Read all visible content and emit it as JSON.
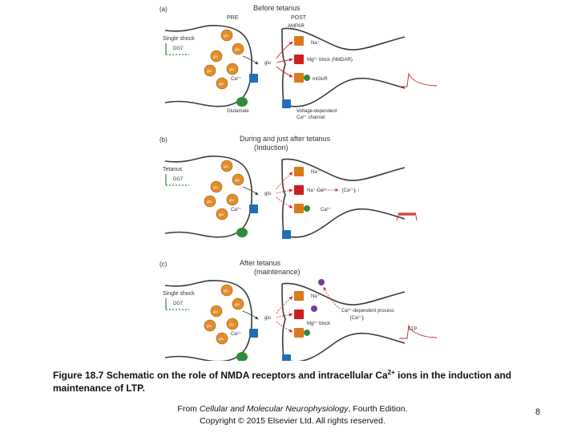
{
  "panels": [
    {
      "letter": "(a)",
      "title": "Before tetanus",
      "subtitle": "",
      "pre_label": "PRE",
      "post_label": "POST",
      "stim_label": "Single shock",
      "stim_sub": "DG7",
      "vesicle_label": "glu",
      "cleft_label": "glu",
      "ca_label": "Ca²⁺",
      "post_labels": [
        "AMPAR",
        "Na⁺",
        "Mg²⁺ block (NMDAR)",
        "mGluR"
      ],
      "bottom_labels": [
        "Glutamate",
        "Voltage-dependent Ca²⁺ channel"
      ]
    },
    {
      "letter": "(b)",
      "title": "During and just after tetanus",
      "subtitle": "(Induction)",
      "stim_label": "Tetanus",
      "stim_sub": "DG7",
      "vesicle_label": "glu",
      "cleft_label": "glu",
      "ca_label": "Ca²⁺",
      "post_labels": [
        "Na⁺",
        "Na⁺ Ca²⁺",
        "[Ca²⁺]ᵢ ↑",
        "Ca²⁺"
      ]
    },
    {
      "letter": "(c)",
      "title": "After tetanus",
      "subtitle": "(maintenance)",
      "stim_label": "Single shock",
      "stim_sub": "DG7",
      "vesicle_label": "glu",
      "cleft_label": "glu",
      "ca_label": "Ca²⁺",
      "post_labels": [
        "Na⁺",
        "Ca²⁺-dependent process",
        "[Ca²⁺]ᵢ",
        "Mg²⁺ block"
      ],
      "trace_label": "LTP"
    }
  ],
  "caption": {
    "prefix": "Figure 18.7 Schematic on the role of NMDA receptors and intracellular Ca",
    "sup": "2+",
    "suffix": " ions in the induction and maintenance of LTP."
  },
  "credit": {
    "from": "From ",
    "book": "Cellular and Molecular Neurophysiology",
    "edition": ", Fourth Edition.",
    "copyright": "Copyright © 2015 Elsevier Ltd. All rights reserved."
  },
  "page_number": "8",
  "colors": {
    "vesicle": "#e58c2a",
    "receptor_orange": "#d97a1c",
    "mg_red": "#cc1f1f",
    "channel_blue": "#1f6fb5",
    "glutamate_green": "#2e8b3d",
    "arrow_red": "#d32a2a",
    "process_purple": "#7a3aa0",
    "trace_red": "#cc2222"
  }
}
